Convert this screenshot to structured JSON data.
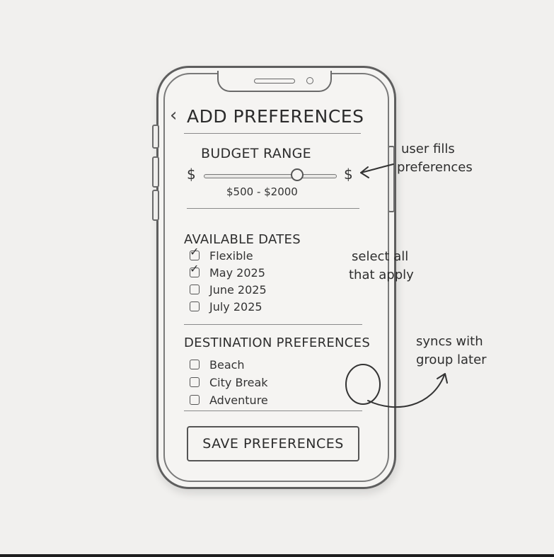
{
  "header": {
    "back_icon": "chevron-left-icon",
    "title": "ADD PREFERENCES"
  },
  "budget": {
    "label": "BUDGET RANGE",
    "min_symbol": "$",
    "max_symbol": "$",
    "slider_position": 0.7,
    "range_text": "$500 - $2000"
  },
  "dates": {
    "label": "AVAILABLE DATES",
    "options": [
      {
        "label": "Flexible",
        "checked": true
      },
      {
        "label": "May 2025",
        "checked": true
      },
      {
        "label": "June 2025",
        "checked": false
      },
      {
        "label": "July 2025",
        "checked": false
      }
    ]
  },
  "destinations": {
    "label": "DESTINATION PREFERENCES",
    "options": [
      {
        "label": "Beach",
        "checked": false
      },
      {
        "label": "City Break",
        "checked": false
      },
      {
        "label": "Adventure",
        "checked": false
      }
    ]
  },
  "actions": {
    "save_label": "SAVE PREFERENCES"
  },
  "annotations": {
    "note1": [
      "user fills",
      "preferences"
    ],
    "note2": [
      "select all",
      "that apply"
    ],
    "note3": [
      "syncs with",
      "group later"
    ]
  }
}
